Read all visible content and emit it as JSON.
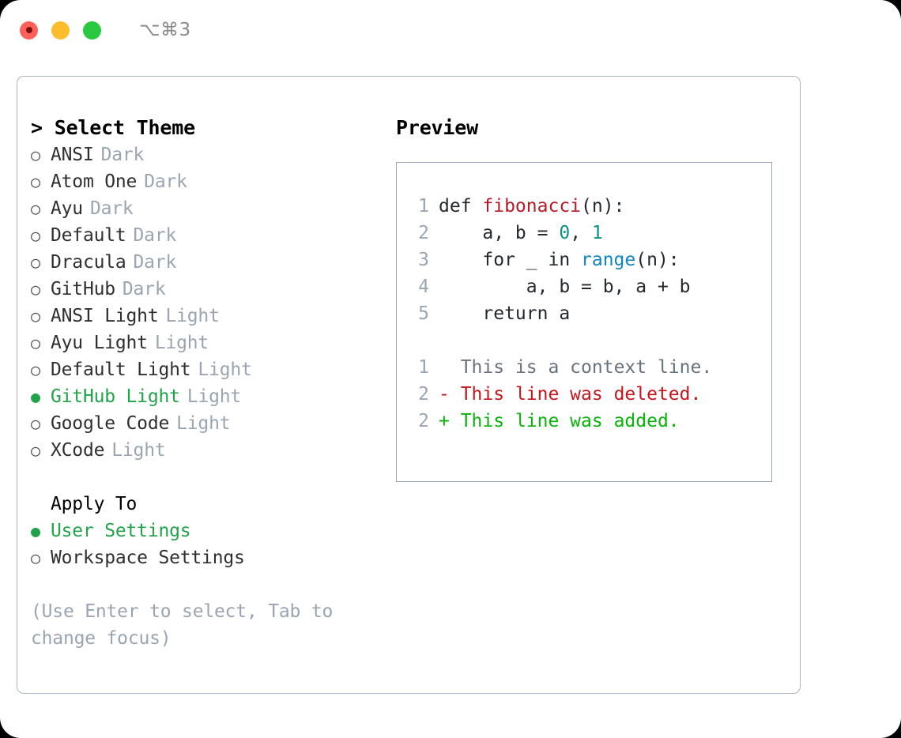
{
  "titlebar": {
    "shortcut": "⌥⌘3",
    "buttons": [
      {
        "name": "close",
        "color": "#ff6159"
      },
      {
        "name": "minimize",
        "color": "#ffbd2e"
      },
      {
        "name": "zoom",
        "color": "#28c93f"
      }
    ]
  },
  "theme_picker": {
    "prompt": ">",
    "heading": "Select Theme",
    "bullet_unselected": "○",
    "bullet_selected": "●",
    "options": [
      {
        "label": "ANSI",
        "tag": "Dark",
        "selected": false
      },
      {
        "label": "Atom One",
        "tag": "Dark",
        "selected": false
      },
      {
        "label": "Ayu",
        "tag": "Dark",
        "selected": false
      },
      {
        "label": "Default",
        "tag": "Dark",
        "selected": false
      },
      {
        "label": "Dracula",
        "tag": "Dark",
        "selected": false
      },
      {
        "label": "GitHub",
        "tag": "Dark",
        "selected": false
      },
      {
        "label": "ANSI Light",
        "tag": "Light",
        "selected": false
      },
      {
        "label": "Ayu Light",
        "tag": "Light",
        "selected": false
      },
      {
        "label": "Default Light",
        "tag": "Light",
        "selected": false
      },
      {
        "label": "GitHub Light",
        "tag": "Light",
        "selected": true
      },
      {
        "label": "Google Code",
        "tag": "Light",
        "selected": false
      },
      {
        "label": "XCode",
        "tag": "Light",
        "selected": false
      }
    ]
  },
  "apply_to": {
    "heading": "Apply To",
    "options": [
      {
        "label": "User Settings",
        "selected": true
      },
      {
        "label": "Workspace Settings",
        "selected": false
      }
    ]
  },
  "hint": "(Use Enter to select, Tab to change focus)",
  "preview": {
    "heading": "Preview",
    "code_lines": [
      {
        "number": "1",
        "tokens": [
          {
            "text": "def ",
            "kind": "kw"
          },
          {
            "text": "fibonacci",
            "kind": "fn"
          },
          {
            "text": "(n):",
            "kind": "plain"
          }
        ]
      },
      {
        "number": "2",
        "tokens": [
          {
            "text": "    a, b = ",
            "kind": "plain"
          },
          {
            "text": "0",
            "kind": "num"
          },
          {
            "text": ", ",
            "kind": "plain"
          },
          {
            "text": "1",
            "kind": "num"
          }
        ]
      },
      {
        "number": "3",
        "tokens": [
          {
            "text": "    for _ in ",
            "kind": "kw"
          },
          {
            "text": "range",
            "kind": "call"
          },
          {
            "text": "(n):",
            "kind": "plain"
          }
        ]
      },
      {
        "number": "4",
        "tokens": [
          {
            "text": "        a, b = b, a + b",
            "kind": "plain"
          }
        ]
      },
      {
        "number": "5",
        "tokens": [
          {
            "text": "    return a",
            "kind": "kw"
          }
        ]
      }
    ],
    "diff_lines": [
      {
        "number": "1",
        "marker": " ",
        "text": " This is a context line.",
        "kind": "ctx"
      },
      {
        "number": "2",
        "marker": "-",
        "text": " This line was deleted.",
        "kind": "del"
      },
      {
        "number": "2",
        "marker": "+",
        "text": " This line was added.",
        "kind": "add"
      }
    ]
  },
  "colors": {
    "selected_green": "#22a34a",
    "muted": "#9aa5b1",
    "border": "#aab4c0",
    "diff_add": "#08b408",
    "diff_del": "#c4161c",
    "token_function": "#b31d28",
    "token_number": "#0d8f83",
    "token_call": "#1184c4"
  }
}
